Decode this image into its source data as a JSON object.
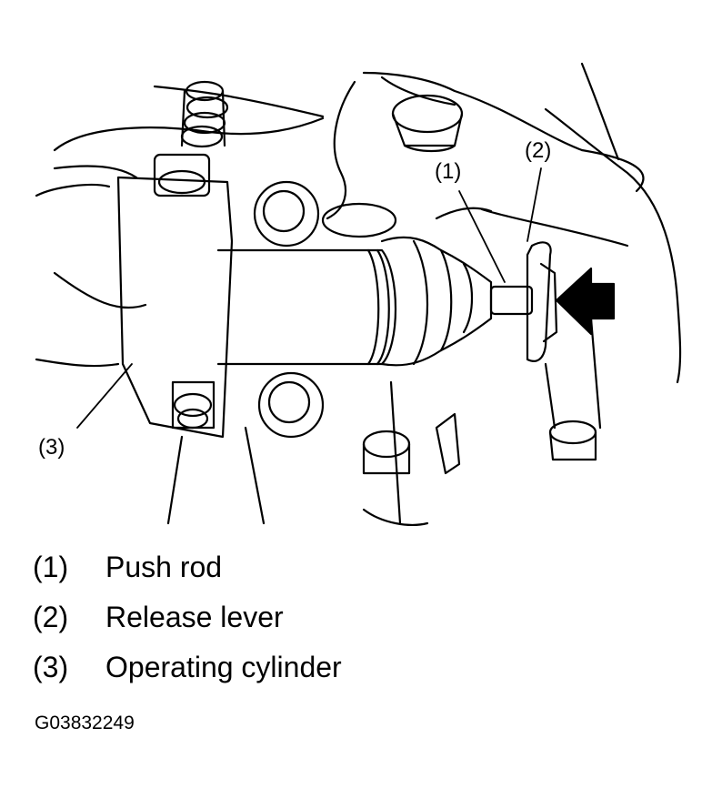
{
  "callouts": {
    "c1": "(1)",
    "c2": "(2)",
    "c3": "(3)"
  },
  "legend": [
    {
      "number": "(1)",
      "label": "Push rod"
    },
    {
      "number": "(2)",
      "label": "Release lever"
    },
    {
      "number": "(3)",
      "label": "Operating cylinder"
    }
  ],
  "figure_code": "G03832249",
  "colors": {
    "line": "#000000",
    "background": "#ffffff"
  }
}
